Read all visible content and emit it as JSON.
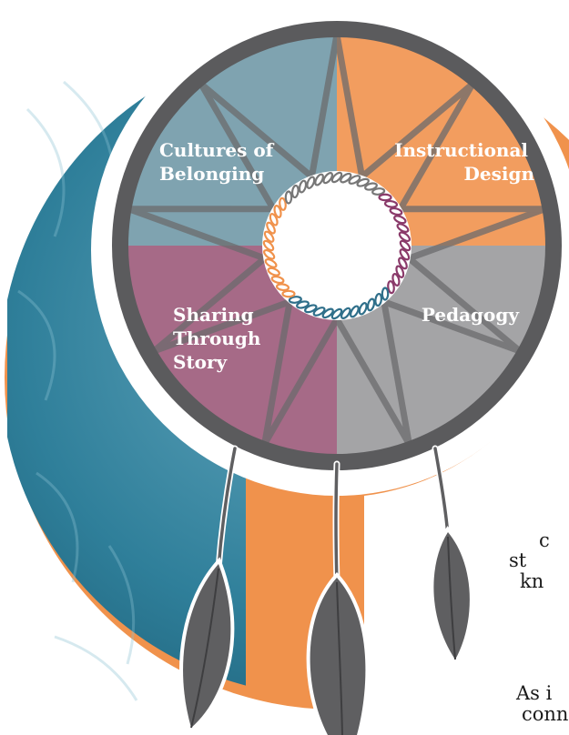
{
  "diagram": {
    "quadrants": [
      {
        "id": "cultures",
        "lines": [
          "Cultures of",
          "Belonging"
        ],
        "color": "#7fa3b0"
      },
      {
        "id": "instructional",
        "lines": [
          "Instructional",
          "Design"
        ],
        "color": "#f29d5f"
      },
      {
        "id": "sharing",
        "lines": [
          "Sharing",
          "Through",
          "Story"
        ],
        "color": "#a66a87"
      },
      {
        "id": "pedagogy",
        "lines": [
          "Pedagogy"
        ],
        "color": "#a4a4a6"
      }
    ],
    "colors": {
      "hoop": "#5b5b5d",
      "photo_teal": "#2f7f9a",
      "orange": "#f0924c",
      "feather": "#5f5f61",
      "braid": [
        "#8a3a6a",
        "#2f6f8a",
        "#f0924c",
        "#777777"
      ]
    }
  },
  "text_fragments": [
    "c",
    "st",
    "kn",
    "As i",
    "conn"
  ]
}
